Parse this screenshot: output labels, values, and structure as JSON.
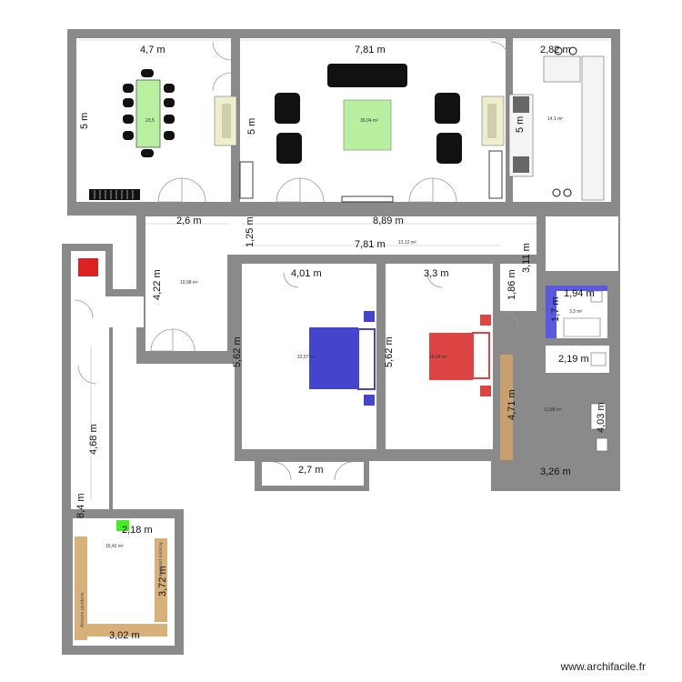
{
  "dimensions": {
    "dining_width": "4,7 m",
    "salon_width": "7,81 m",
    "kitchen_width": "2,82 m",
    "dining_height": "5 m",
    "salon_height_left": "5 m",
    "kitchen_height": "5 m",
    "hall_left_width": "2,6 m",
    "hall_width": "8,89 m",
    "hall_inner_width": "7,81 m",
    "hall_height": "1,25 m",
    "hall_right_height": "3,11 m",
    "entry_height": "4,22 m",
    "bed1_width": "4,01 m",
    "bed2_width": "3,3 m",
    "bed1_height": "5,62 m",
    "bed2_height": "5,62 m",
    "bed2_right_height": "1,86 m",
    "bath_width": "1,94 m",
    "bath_height": "1,7 m",
    "toilet_width": "2,19 m",
    "back_width": "3,26 m",
    "back_height": "4,03 m",
    "corridor_height": "4,71 m",
    "balcony_width": "2,7 m",
    "corridor_left_height": "4,68 m",
    "wing_height": "8,4 m",
    "cellar_width_top": "2,18 m",
    "cellar_width": "3,02 m",
    "cellar_height": "3,72 m"
  },
  "areas": {
    "dining": "23,5",
    "salon": "39,04 m²",
    "kitchen": "14,1 m²",
    "hall": "13,12 m²",
    "entry": "10,98 m²",
    "bed1": "22,57 m²",
    "bed2": "18,54 m²",
    "bath": "3,3 m²",
    "back": "13,88 m²",
    "cellar": "15,42 m²"
  },
  "cabinet_labels": {
    "left": "Armoire penderie",
    "right": "Armoire penderie"
  },
  "watermark": "www.archifacile.fr",
  "colors": {
    "wall": "#8a8a8a",
    "table": "#b8f0a0",
    "rug": "#b8f0a0",
    "bed_blue": "#4444cc",
    "bed_red": "#dd4444",
    "bath_floor": "#5a5ae0",
    "corridor_wood": "#c8a070",
    "cellar_wood": "#d8b07a",
    "green_mark": "#44ee22"
  }
}
